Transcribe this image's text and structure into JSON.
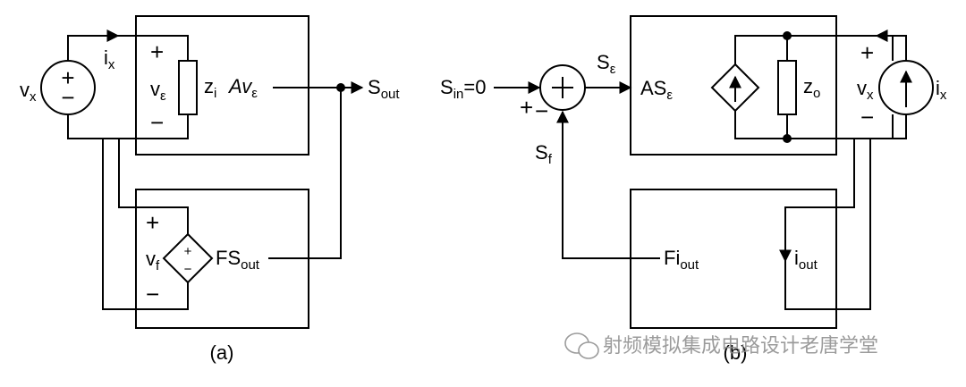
{
  "panel_a": {
    "caption": "(a)",
    "source_label": "v",
    "source_sub": "x",
    "current_label": "i",
    "current_sub": "x",
    "input_voltage_label": "v",
    "input_voltage_sub": "ε",
    "input_impedance_label": "z",
    "input_impedance_sub": "i",
    "amp_out_label": "Av",
    "amp_out_sub": "ε",
    "output_label": "S",
    "output_sub": "out",
    "feedback_voltage_label": "v",
    "feedback_voltage_sub": "f",
    "feedback_source_label": "FS",
    "feedback_source_sub": "out",
    "plus": "+",
    "minus": "−"
  },
  "panel_b": {
    "caption": "(b)",
    "input_label": "S",
    "input_sub": "in",
    "input_value": "=0",
    "error_label": "S",
    "error_sub": "ε",
    "feedback_label": "S",
    "feedback_sub": "f",
    "amp_label": "AS",
    "amp_sub": "ε",
    "output_impedance_label": "z",
    "output_impedance_sub": "o",
    "source_label": "v",
    "source_sub": "x",
    "current_label": "i",
    "current_sub": "x",
    "feedback_block_label": "Fi",
    "feedback_block_sub": "out",
    "output_current_label": "i",
    "output_current_sub": "out",
    "plus": "+",
    "minus": "−"
  },
  "watermark": "射频模拟集成电路设计老唐学堂"
}
